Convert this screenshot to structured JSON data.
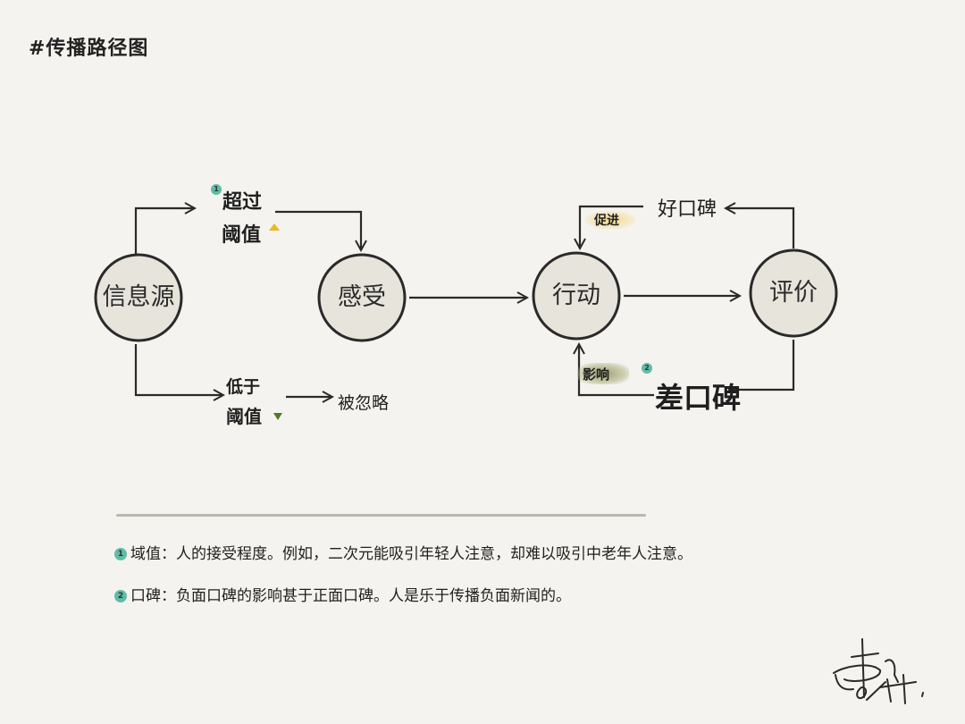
{
  "title": "#传播路径图",
  "nodes": {
    "source": "信息源",
    "perception": "感受",
    "action": "行动",
    "evaluation": "评价"
  },
  "branch_above": {
    "badge": "1",
    "line1": "超过",
    "line2": "阈值",
    "marker_color": "#f0b429"
  },
  "branch_below": {
    "line1": "低于",
    "line2": "阈值",
    "marker_color": "#4f7a2b",
    "result": "被忽略"
  },
  "feedback_top": {
    "label": "好口碑",
    "effect": "促进",
    "highlight_color": "#f6d98b"
  },
  "feedback_bottom": {
    "badge": "2",
    "label": "差口碑",
    "effect": "影响",
    "highlight_color": "#9aa06e"
  },
  "notes": [
    {
      "badge": "1",
      "text": "域值：人的接受程度。例如，二次元能吸引年轻人注意，却难以吸引中老年人注意。"
    },
    {
      "badge": "2",
      "text": "口碑：负面口碑的影响甚于正面口碑。人是乐于传播负面新闻的。"
    }
  ],
  "signature": "曹丹",
  "colors": {
    "background": "#f4f3ef",
    "node_fill": "#e7e4dc",
    "stroke": "#2a2a2a",
    "badge": "#63bba5",
    "divider": "#b8b8b0"
  }
}
